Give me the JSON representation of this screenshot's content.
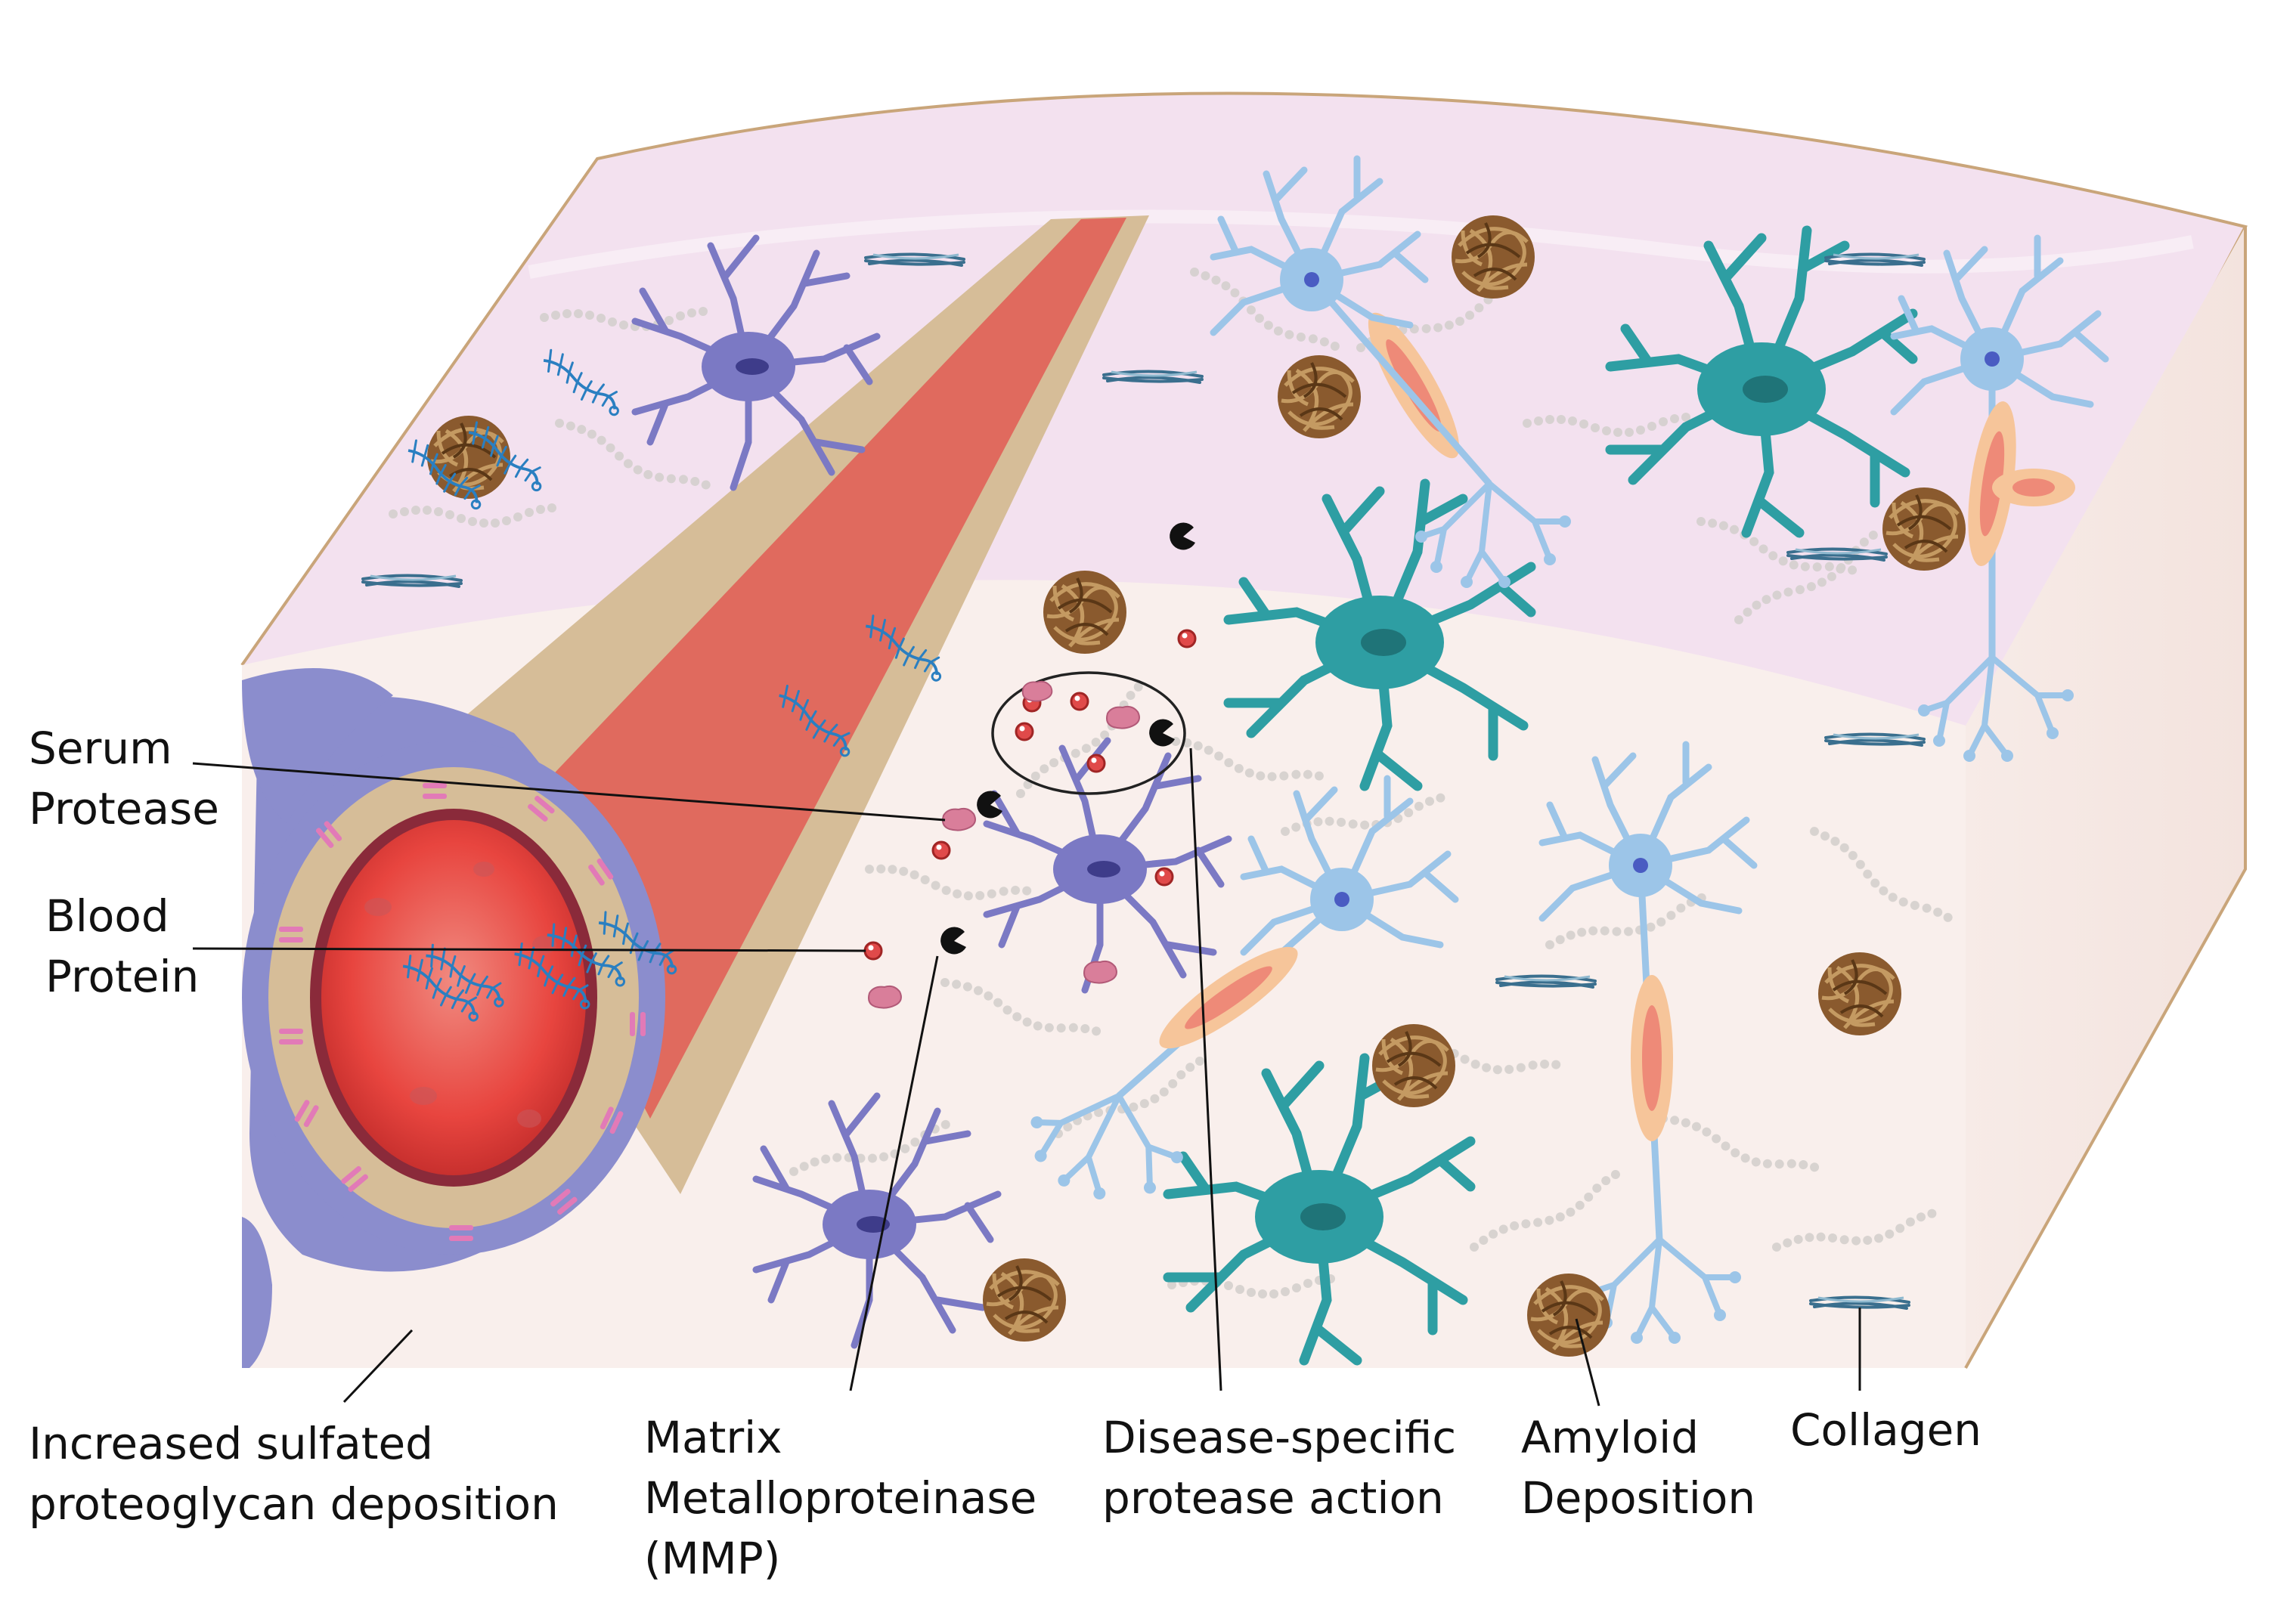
{
  "labels": {
    "serum_protease": [
      "Serum",
      "Protease"
    ],
    "blood_protein": [
      "Blood",
      "Protein"
    ],
    "sulfated_proteoglycan": [
      "Increased sulfated",
      "proteoglycan deposition"
    ],
    "mmp": [
      "Matrix",
      "Metalloproteinase",
      "(MMP)"
    ],
    "disease_protease": [
      "Disease-specific",
      "protease action"
    ],
    "amyloid": [
      "Amyloid",
      "Deposition"
    ],
    "collagen": [
      "Collagen"
    ]
  },
  "colors": {
    "tissue_front": "#f9efec",
    "tissue_top": "#f3e1ef",
    "tissue_border": "#c9a57a",
    "vessel_lumen": "#e8453f",
    "vessel_wall": "#d6bd98",
    "endfoot": "#8b8dcd",
    "pericyte_marker": "#e27ab7",
    "microglia": "#7b79c4",
    "astrocyte": "#2e9ea3",
    "neuron": "#9cc5e8",
    "myelin": "#f6c59a",
    "amyloid": "#8a5a2e",
    "proteoglycan": "#2a7fc1",
    "collagen": "#3a6f8e",
    "blood_protein": "#e04a4a",
    "serum_protease": "#d97e9a",
    "mmp": "#111111"
  }
}
